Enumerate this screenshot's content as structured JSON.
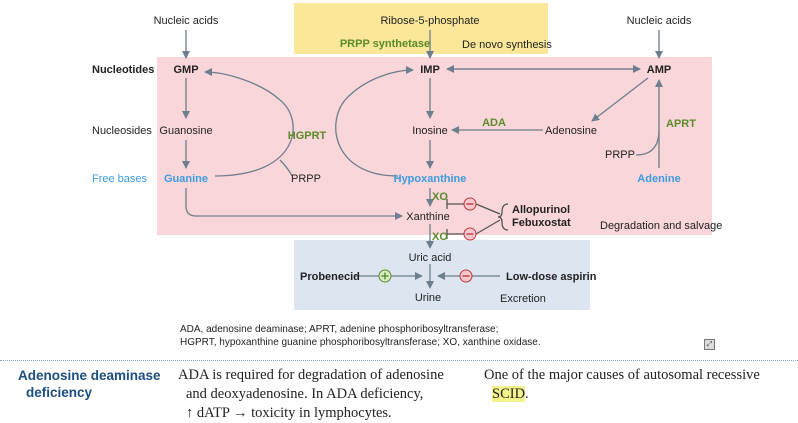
{
  "diagram": {
    "top_left_label": "Nucleic acids",
    "top_right_label": "Nucleic acids",
    "ribose": "Ribose-5-phosphate",
    "prpp_synthetase": "PRPP synthetase",
    "de_novo": "De novo synthesis",
    "row_nucleotides": "Nucleotides",
    "row_nucleosides": "Nucleosides",
    "row_free_bases": "Free bases",
    "gmp": "GMP",
    "imp": "IMP",
    "amp": "AMP",
    "guanosine": "Guanosine",
    "inosine": "Inosine",
    "adenosine": "Adenosine",
    "ada": "ADA",
    "aprt": "APRT",
    "hgprt": "HGPRT",
    "guanine": "Guanine",
    "hypoxanthine": "Hypoxanthine",
    "adenine": "Adenine",
    "prpp_left": "PRPP",
    "prpp_right": "PRPP",
    "xanthine": "Xanthine",
    "xo_1": "XO",
    "xo_2": "XO",
    "inhibitor_1": "Allopurinol",
    "inhibitor_2": "Febuxostat",
    "degradation": "Degradation and salvage",
    "uric_acid": "Uric acid",
    "probenecid": "Probenecid",
    "low_dose_aspirin": "Low-dose aspirin",
    "urine": "Urine",
    "excretion": "Excretion"
  },
  "abbreviations": [
    "ADA, adenosine deaminase; APRT, adenine phosphoribosyltransferase;",
    "HGPRT, hypoxanthine guanine phosphoribosyltransferase; XO, xanthine oxidase."
  ],
  "entry": {
    "term_line1": "Adenosine deaminase",
    "term_line2": "deficiency",
    "desc_line1": "ADA is required for degradation of adenosine",
    "desc_line2": "and deoxyadenosine. In ADA deficiency,",
    "desc_line3": "↑ dATP → toxicity in lymphocytes.",
    "note_line1": "One of the major causes of autosomal recessive",
    "note_highlight": "SCID",
    "note_end": "."
  },
  "colors": {
    "pink_region": "#f9d6d9",
    "yellow_region": "#fbe79a",
    "blue_region": "#dde5f1",
    "enzyme_green": "#5a8a2a",
    "free_base_blue": "#3d9be0",
    "term_blue": "#1c4e80",
    "highlight": "#f4f28c"
  }
}
